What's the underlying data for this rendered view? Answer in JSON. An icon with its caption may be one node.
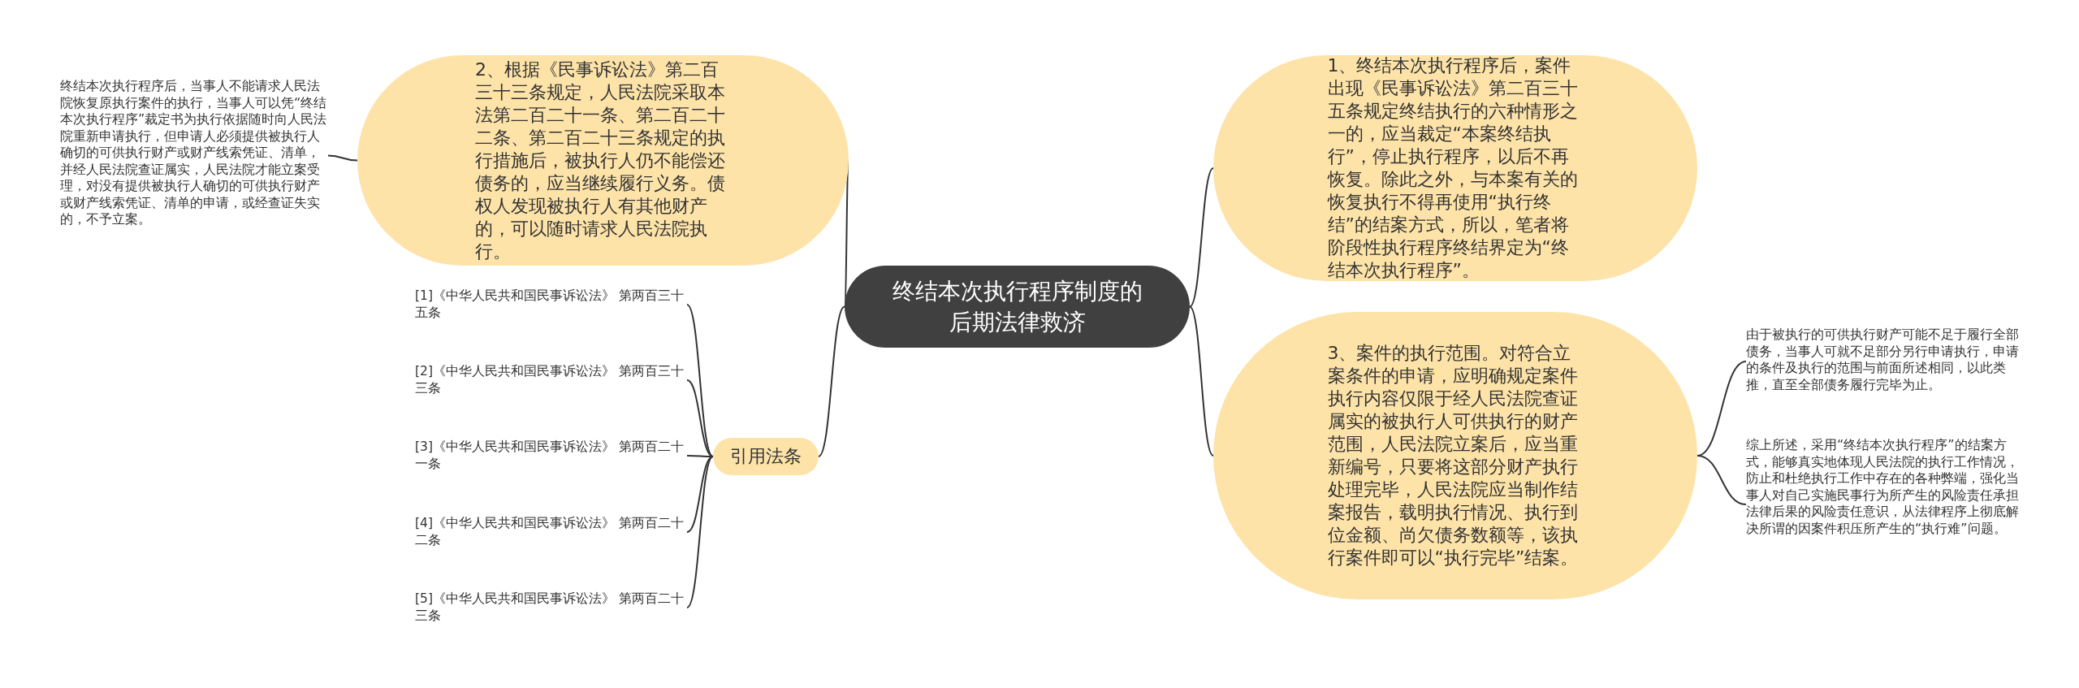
{
  "diagram": {
    "nodes": [
      {
        "text": [
          "终结本次执行程序制度的后期法律救济"
        ]
      },
      {
        "text": [
          "1、终结本次执行程序后，案件出现《民事诉讼法》第二百三十五条规定终结执行的六种情形之一的，应当裁定“本案终结执行”，停止执行程序，以后不再恢复。除此之外，与本案有关的恢复执行不得再使用“执行终结”的结案方式，所以，笔者将阶段性执行程序终结界定为“终结本次执行程序”。"
        ]
      },
      {
        "text": [
          "2、根据《民事诉讼法》第二百三十三条规定，人民法院采取本法第二百二十一条、第二百二十二条、第二百二十三条规定的执行措施后，被执行人仍不能偿还债务的，应当继续履行义务。债权人发现被执行人有其他财产的，可以随时请求人民法院执行。"
        ]
      },
      {
        "text": [
          "3、案件的执行范围。对符合立案条件的申请，应明确规定案件执行内容仅限于经人民法院查证属实的被执行人可供执行的财产范围，人民法院立案后，应当重新编号，只要将这部分财产执行处理完毕，人民法院应当制作结案报告，载明执行情况、执行到位金额、尚欠债务数额等，该执行案件即可以“执行完毕”结案。"
        ]
      },
      {
        "text": [
          "引用法条"
        ]
      },
      {
        "text": [
          "终结本次执行程序后，当事人不能请求人民法院恢复原执行案件的执行，当事人可以凭“终结本次执行程序”裁定书为执行依据随时向人民法院重新申请执行，但申请人必须提供被执行人确切的可供执行财产或财产线索凭证、清单，并经人民法院查证属实，人民法院才能立案受理，对没有提供被执行人确切的可供执行财产或财产线索凭证、清单的申请，或经查证失实的，不予立案。"
        ]
      },
      {
        "text": [
          "由于被执行的可供执行财产可能不足于履行全部债务，当事人可就不足部分另行申请执行，申请的条件及执行的范围与前面所述相同，以此类推，直至全部债务履行完毕为止。"
        ]
      },
      {
        "text": [
          "综上所述，采用“终结本次执行程序”的结案方式，能够真实地体现人民法院的执行工作情况，防止和杜绝执行工作中存在的各种弊端，强化当事人对自己实施民事行为所产生的风险责任承担法律后果的风险责任意识，从法律程序上彻底解决所谓的因案件积压所产生的“执行难”问题。"
        ]
      },
      {
        "text": [
          "[1]《中华人民共和国民事诉讼法》 第两百三十五条"
        ]
      },
      {
        "text": [
          "[2]《中华人民共和国民事诉讼法》 第两百三十三条"
        ]
      },
      {
        "text": [
          "[3]《中华人民共和国民事诉讼法》 第两百二十一条"
        ]
      },
      {
        "text": [
          "[4]《中华人民共和国民事诉讼法》 第两百二十二条"
        ]
      },
      {
        "text": [
          "[5]《中华人民共和国民事诉讼法》 第两百二十三条"
        ]
      }
    ],
    "edges": [
      {
        "from": 0,
        "to": 1,
        "arrow": "none"
      },
      {
        "from": 0,
        "to": 2,
        "arrow": "none"
      },
      {
        "from": 0,
        "to": 3,
        "arrow": "none"
      },
      {
        "from": 0,
        "to": 4,
        "arrow": "none"
      },
      {
        "from": 2,
        "to": 5,
        "arrow": "none"
      },
      {
        "from": 3,
        "to": 6,
        "arrow": "none"
      },
      {
        "from": 3,
        "to": 7,
        "arrow": "none"
      },
      {
        "from": 4,
        "to": 8,
        "arrow": "none"
      },
      {
        "from": 4,
        "to": 9,
        "arrow": "none"
      },
      {
        "from": 4,
        "to": 10,
        "arrow": "none"
      },
      {
        "from": 4,
        "to": 11,
        "arrow": "none"
      },
      {
        "from": 4,
        "to": 12,
        "arrow": "none"
      }
    ]
  }
}
